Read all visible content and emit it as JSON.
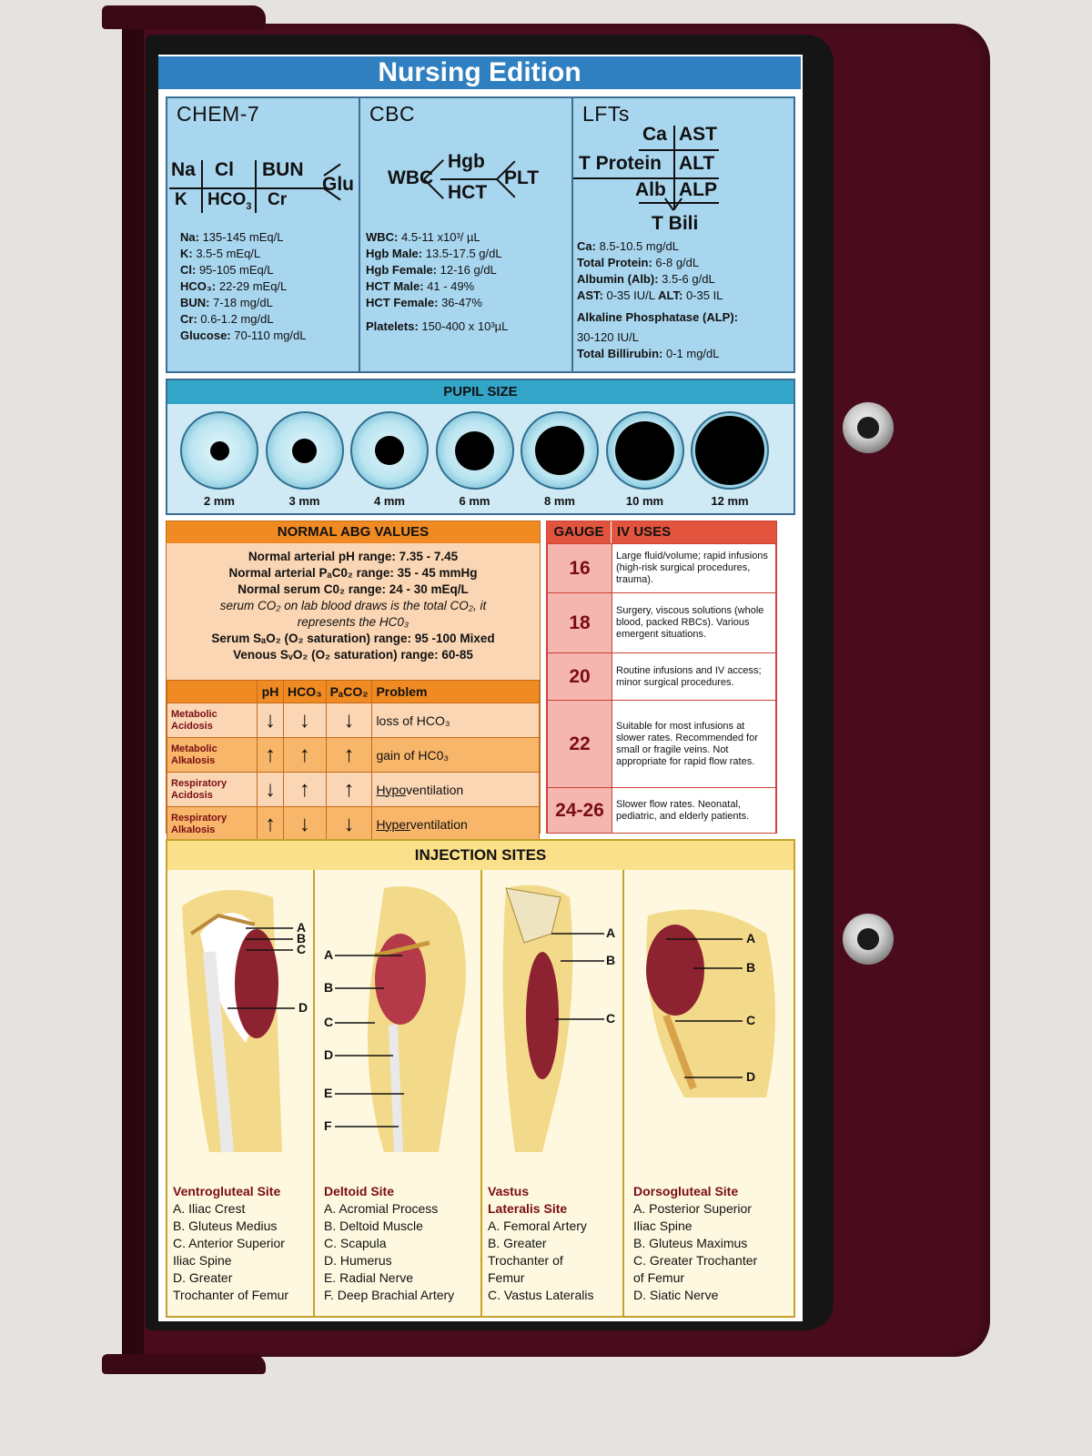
{
  "title": "Nursing Edition",
  "labs": {
    "chem7": {
      "heading": "CHEM-7",
      "skel": {
        "na": "Na",
        "cl": "Cl",
        "bun": "BUN",
        "k": "K",
        "hco3": "HCO",
        "sub3": "3",
        "cr": "Cr",
        "glu": "Glu"
      },
      "values": [
        {
          "label": "Na:",
          "value": " 135-145 mEq/L"
        },
        {
          "label": "K:",
          "value": " 3.5-5 mEq/L"
        },
        {
          "label": "Cl:",
          "value": " 95-105 mEq/L"
        },
        {
          "label": "HCO₃:",
          "value": " 22-29 mEq/L"
        },
        {
          "label": "BUN:",
          "value": " 7-18 mg/dL"
        },
        {
          "label": "Cr:",
          "value": " 0.6-1.2 mg/dL"
        },
        {
          "label": "Glucose:",
          "value": " 70-110 mg/dL"
        }
      ]
    },
    "cbc": {
      "heading": "CBC",
      "skel": {
        "wbc": "WBC",
        "hgb": "Hgb",
        "hct": "HCT",
        "plt": "PLT"
      },
      "values": [
        {
          "label": "WBC:",
          "value": " 4.5-11 x10³/ µL"
        },
        {
          "label": "Hgb Male:",
          "value": " 13.5-17.5 g/dL"
        },
        {
          "label": "Hgb Female:",
          "value": " 12-16 g/dL"
        },
        {
          "label": "HCT Male:",
          "value": " 41 - 49%"
        },
        {
          "label": "HCT Female:",
          "value": " 36-47%"
        },
        {
          "label": "Platelets:",
          "value": " 150-400 x 10³µL"
        }
      ]
    },
    "lfts": {
      "heading": "LFTs",
      "skel": {
        "ca": "Ca",
        "ast": "AST",
        "tprotein": "T Protein",
        "alt": "ALT",
        "alb": "Alb",
        "alp": "ALP",
        "tbili": "T Bili"
      },
      "values": [
        {
          "label": "Ca:",
          "value": " 8.5-10.5 mg/dL"
        },
        {
          "label": "Total Protein:",
          "value": " 6-8 g/dL"
        },
        {
          "label": "Albumin (Alb):",
          "value": " 3.5-6 g/dL"
        },
        {
          "label": "AST:",
          "value": " 0-35 IU/L"
        },
        {
          "label": "ALT:",
          "value": " 0-35 IL"
        },
        {
          "label": "Alkaline Phosphatase (ALP):",
          "value": ""
        },
        {
          "label": "",
          "value": "30-120 IU/L"
        },
        {
          "label": "Total Billirubin:",
          "value": " 0-1 mg/dL"
        }
      ]
    }
  },
  "pupil": {
    "heading": "PUPIL SIZE",
    "sizes": [
      {
        "label": "2 mm",
        "mm": 2
      },
      {
        "label": "3 mm",
        "mm": 3
      },
      {
        "label": "4 mm",
        "mm": 4
      },
      {
        "label": "6 mm",
        "mm": 6
      },
      {
        "label": "8 mm",
        "mm": 8
      },
      {
        "label": "10 mm",
        "mm": 10
      },
      {
        "label": "12 mm",
        "mm": 12
      }
    ]
  },
  "abg": {
    "heading": "NORMAL ABG VALUES",
    "lines": {
      "ph": "Normal arterial pH range: 7.35 - 7.45",
      "pco2": "Normal arterial PₐC0₂ range: 35 - 45 mmHg",
      "serum": "Normal serum C0₂ range: 24 - 30 mEq/L",
      "note1": "serum CO₂ on lab blood draws is the total CO₂, it",
      "note2": "represents the HC0₃",
      "sao2": "Serum SₐO₂ (O₂ saturation) range: 95 -100 Mixed",
      "venous": "Venous SᵥO₂ (O₂ saturation) range: 60-85"
    },
    "table": {
      "headers": {
        "ph": "pH",
        "hco3": "HCO₃",
        "pco2": "PₐCO₂",
        "problem": "Problem"
      },
      "rows": [
        {
          "name": "Metabolic Acidosis",
          "problem": "loss of HCO₃",
          "arrows": [
            "↓",
            "↓",
            "↓"
          ]
        },
        {
          "name": "Metabolic Alkalosis",
          "problem": "gain of HC0₃",
          "arrows": [
            "↑",
            "↑",
            "↑"
          ]
        },
        {
          "name": "Respiratory Acidosis",
          "problem_pre": "Hypo",
          "problem_post": "ventilation",
          "arrows": [
            "↓",
            "↑",
            "↑"
          ]
        },
        {
          "name": "Respiratory Alkalosis",
          "problem_pre": "Hyper",
          "problem_post": "ventilation",
          "arrows": [
            "↑",
            "↓",
            "↓"
          ]
        }
      ]
    }
  },
  "iv": {
    "gauge_heading": "GAUGE",
    "uses_heading": "IV USES",
    "rows": [
      {
        "gauge": "16",
        "use": "Large fluid/volume; rapid infusions (high-risk surgical procedures, trauma)."
      },
      {
        "gauge": "18",
        "use": "Surgery, viscous solutions (whole blood, packed RBCs). Various emergent situations."
      },
      {
        "gauge": "20",
        "use": "Routine infusions and IV access; minor surgical procedures."
      },
      {
        "gauge": "22",
        "use": "Suitable for most infusions at slower rates. Recommended for small or fragile veins. Not appropriate for rapid flow rates."
      },
      {
        "gauge": "24-26",
        "use": "Slower flow rates. Neonatal, pediatric, and elderly patients."
      }
    ]
  },
  "injection": {
    "heading": "INJECTION SITES",
    "sites": [
      {
        "title": "Ventrogluteal Site",
        "items": [
          "A. Iliac Crest",
          "B. Gluteus Medius",
          "C. Anterior Superior",
          "Iliac Spine",
          "D. Greater",
          "Trochanter of Femur"
        ],
        "letters": [
          "A",
          "B",
          "C",
          "D"
        ]
      },
      {
        "title": "Deltoid Site",
        "items": [
          "A. Acromial Process",
          "B. Deltoid Muscle",
          "C. Scapula",
          "D. Humerus",
          "E. Radial Nerve",
          "F. Deep Brachial Artery"
        ],
        "letters": [
          "A",
          "B",
          "C",
          "D",
          "E",
          "F"
        ]
      },
      {
        "title": "Vastus",
        "title2": "Lateralis Site",
        "items": [
          "A. Femoral Artery",
          "B. Greater",
          "Trochanter of",
          "Femur",
          "C. Vastus Lateralis"
        ],
        "letters": [
          "A",
          "B",
          "C"
        ]
      },
      {
        "title": "Dorsogluteal Site",
        "items": [
          "A. Posterior Superior",
          "Iliac Spine",
          "B. Gluteus Maximus",
          "C. Greater Trochanter",
          "of Femur",
          "D. Siatic Nerve"
        ],
        "letters": [
          "A",
          "B",
          "C",
          "D"
        ]
      }
    ]
  },
  "colors": {
    "board": "#4a0c1c",
    "title": "#2f7fc1",
    "labs": "#a9d6ef",
    "abg": "#f08a22",
    "iv": "#e2543d",
    "injection": "#fbe08b"
  }
}
